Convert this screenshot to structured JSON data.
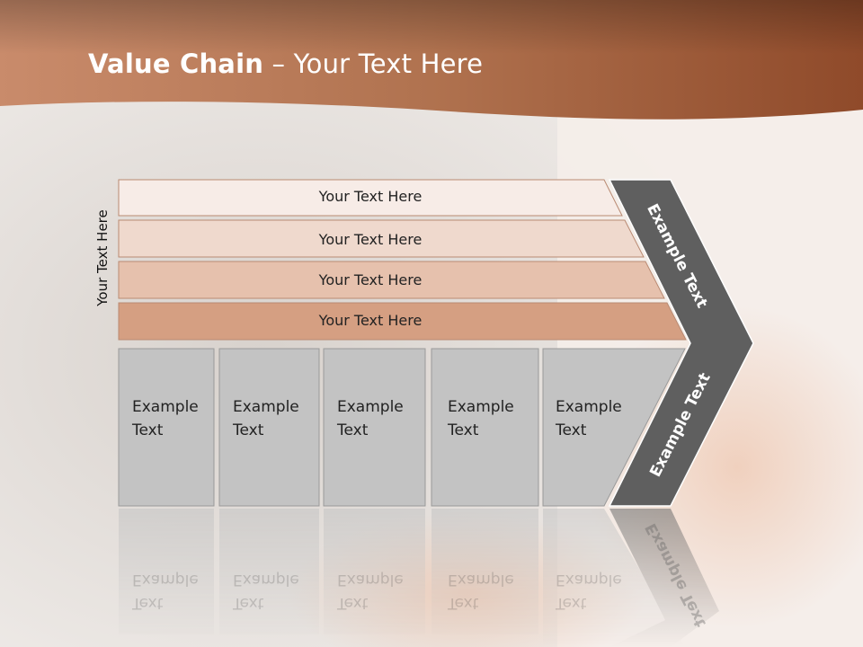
{
  "slide": {
    "title_bold": "Value Chain",
    "title_rest": " – Your Text Here",
    "side_label": "Your Text Here"
  },
  "rows": [
    {
      "label": "Your Text Here",
      "fill": "#f7ece7"
    },
    {
      "label": "Your Text Here",
      "fill": "#efd9cd"
    },
    {
      "label": "Your Text Here",
      "fill": "#e6c1ad"
    },
    {
      "label": "Your Text Here",
      "fill": "#d59f82"
    }
  ],
  "boxes": [
    {
      "line1": "Example",
      "line2": "Text"
    },
    {
      "line1": "Example",
      "line2": "Text"
    },
    {
      "line1": "Example",
      "line2": "Text"
    },
    {
      "line1": "Example",
      "line2": "Text"
    },
    {
      "line1": "Example",
      "line2": "Text"
    }
  ],
  "chevron": {
    "upper_text": "Example Text",
    "lower_text": "Example Text",
    "fill": "#5f5f5f"
  },
  "colors": {
    "header_dark": "#8b4a2c",
    "header_light": "#c57a55",
    "box_fill": "#c3c3c3"
  }
}
